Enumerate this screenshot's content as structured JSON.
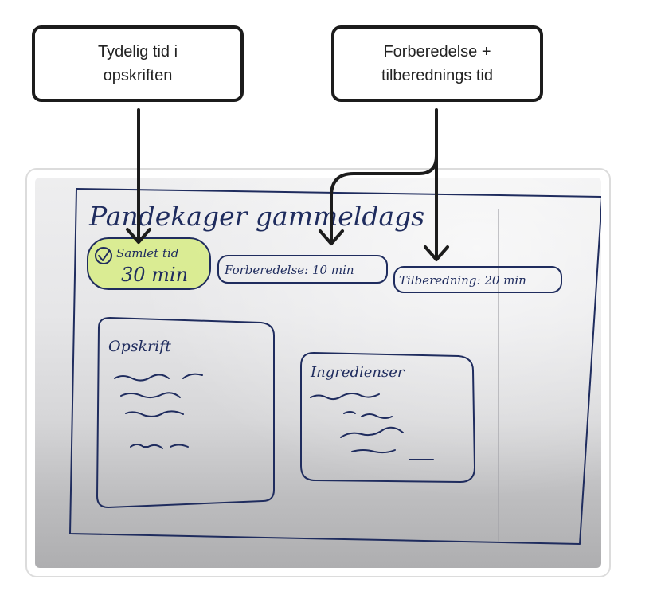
{
  "callouts": {
    "total_time": "Tydelig tid i\nopskriften",
    "prep_time": "Forberedelse +\ntilberednings tid"
  },
  "sketch": {
    "title": "Pandekager gammeldags",
    "total_time_label": "Samlet tid",
    "total_time_value": "30 min",
    "prep_label": "Forberedelse: 10 min",
    "cook_label": "Tilberedning: 20 min",
    "recipe_heading": "Opskrift",
    "ingredients_heading": "Ingredienser"
  },
  "colors": {
    "ink": "#1f2c5e",
    "highlighter": "#d8ec8a",
    "callout_border": "#1c1c1c",
    "arrow": "#1c1c1c"
  },
  "icons": [
    "check-circle-icon"
  ]
}
